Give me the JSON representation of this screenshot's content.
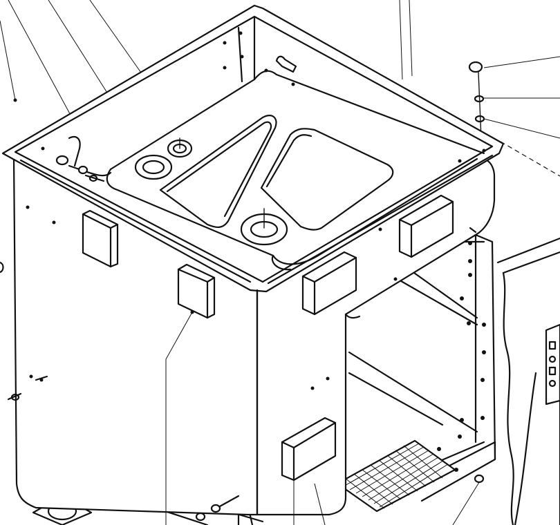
{
  "diagram": {
    "type": "exploded-assembly-line-drawing",
    "line_color": "#111111",
    "background": "#ffffff",
    "parts": [
      {
        "name": "basin-tub",
        "icon": "open-box"
      },
      {
        "name": "rubber-bumper-pad",
        "count": 5
      },
      {
        "name": "drain-grommet",
        "count": 3
      },
      {
        "name": "support-frame"
      },
      {
        "name": "vent-grille"
      },
      {
        "name": "control-panel"
      },
      {
        "name": "screw-fastener",
        "count": 6
      }
    ],
    "leader_line_count": 12
  }
}
